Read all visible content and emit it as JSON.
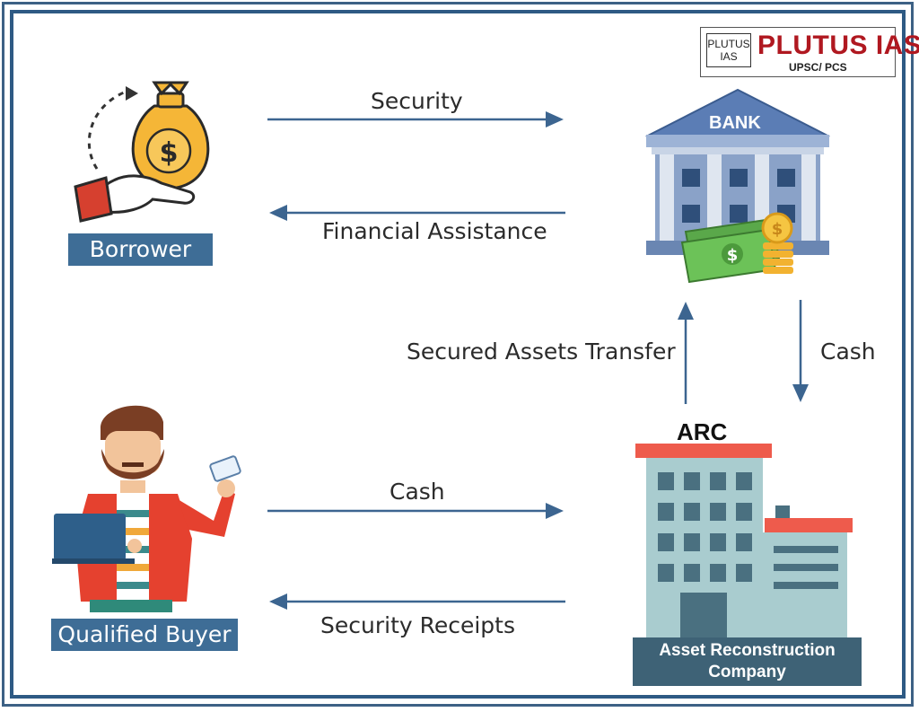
{
  "logo": {
    "small_line1": "PLUTUS",
    "small_line2": "IAS",
    "title": "PLUTUS IAS",
    "subtitle": "UPSC/ PCS"
  },
  "entities": {
    "borrower": "Borrower",
    "bank_sign": "BANK",
    "buyer": "Qualified Buyer",
    "arc_title": "ARC",
    "arc_line1": "Asset Reconstruction",
    "arc_line2": "Company"
  },
  "flows": {
    "security": "Security",
    "financial_assistance": "Financial Assistance",
    "secured_assets_transfer": "Secured Assets Transfer",
    "cash_to_bank": "Cash",
    "cash_from_buyer": "Cash",
    "security_receipts": "Security Receipts"
  },
  "colors": {
    "frame": "#2e5a84",
    "arrow": "#3c6590",
    "label_box": "#3e6d96",
    "logo_red": "#b01820"
  }
}
